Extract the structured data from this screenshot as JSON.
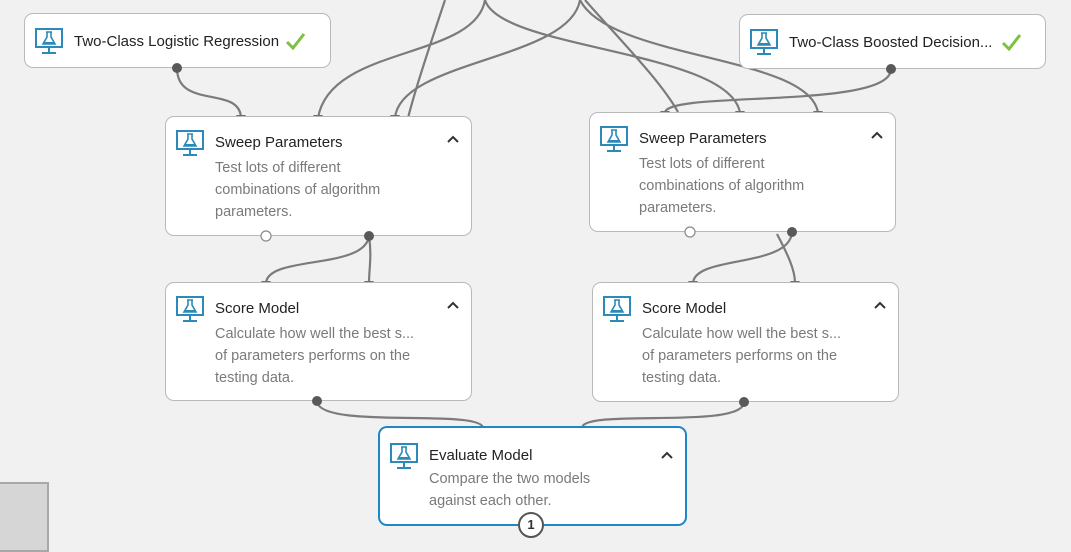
{
  "nodes": {
    "logistic": {
      "title": "Two-Class Logistic Regression",
      "status": "complete"
    },
    "boosted": {
      "title": "Two-Class Boosted Decision...",
      "status": "complete"
    },
    "sweep_left": {
      "title": "Sweep Parameters",
      "desc": [
        "Test lots of different",
        "combinations of algorithm",
        "parameters."
      ]
    },
    "sweep_right": {
      "title": "Sweep Parameters",
      "desc": [
        "Test lots of different",
        "combinations of algorithm",
        "parameters."
      ]
    },
    "score_left": {
      "title": "Score Model",
      "desc": [
        "Calculate how well the best s...",
        "of parameters performs on the",
        "testing data."
      ]
    },
    "score_right": {
      "title": "Score Model",
      "desc": [
        "Calculate how well the best s...",
        "of parameters performs on the",
        "testing data."
      ]
    },
    "evaluate": {
      "title": "Evaluate Model",
      "desc": [
        "Compare the two models",
        "against each other."
      ],
      "badge": "1"
    }
  },
  "icons": {
    "module": "flask-monitor-icon",
    "status": "green-check-icon",
    "collapse": "chevron-up-icon"
  },
  "colors": {
    "canvas": "#f1f1f1",
    "node_border": "#b9b9b9",
    "selected_border": "#1f86c8",
    "icon_blue": "#2b8ab9",
    "check_green": "#7dc142",
    "wire": "#7b7b7b"
  }
}
